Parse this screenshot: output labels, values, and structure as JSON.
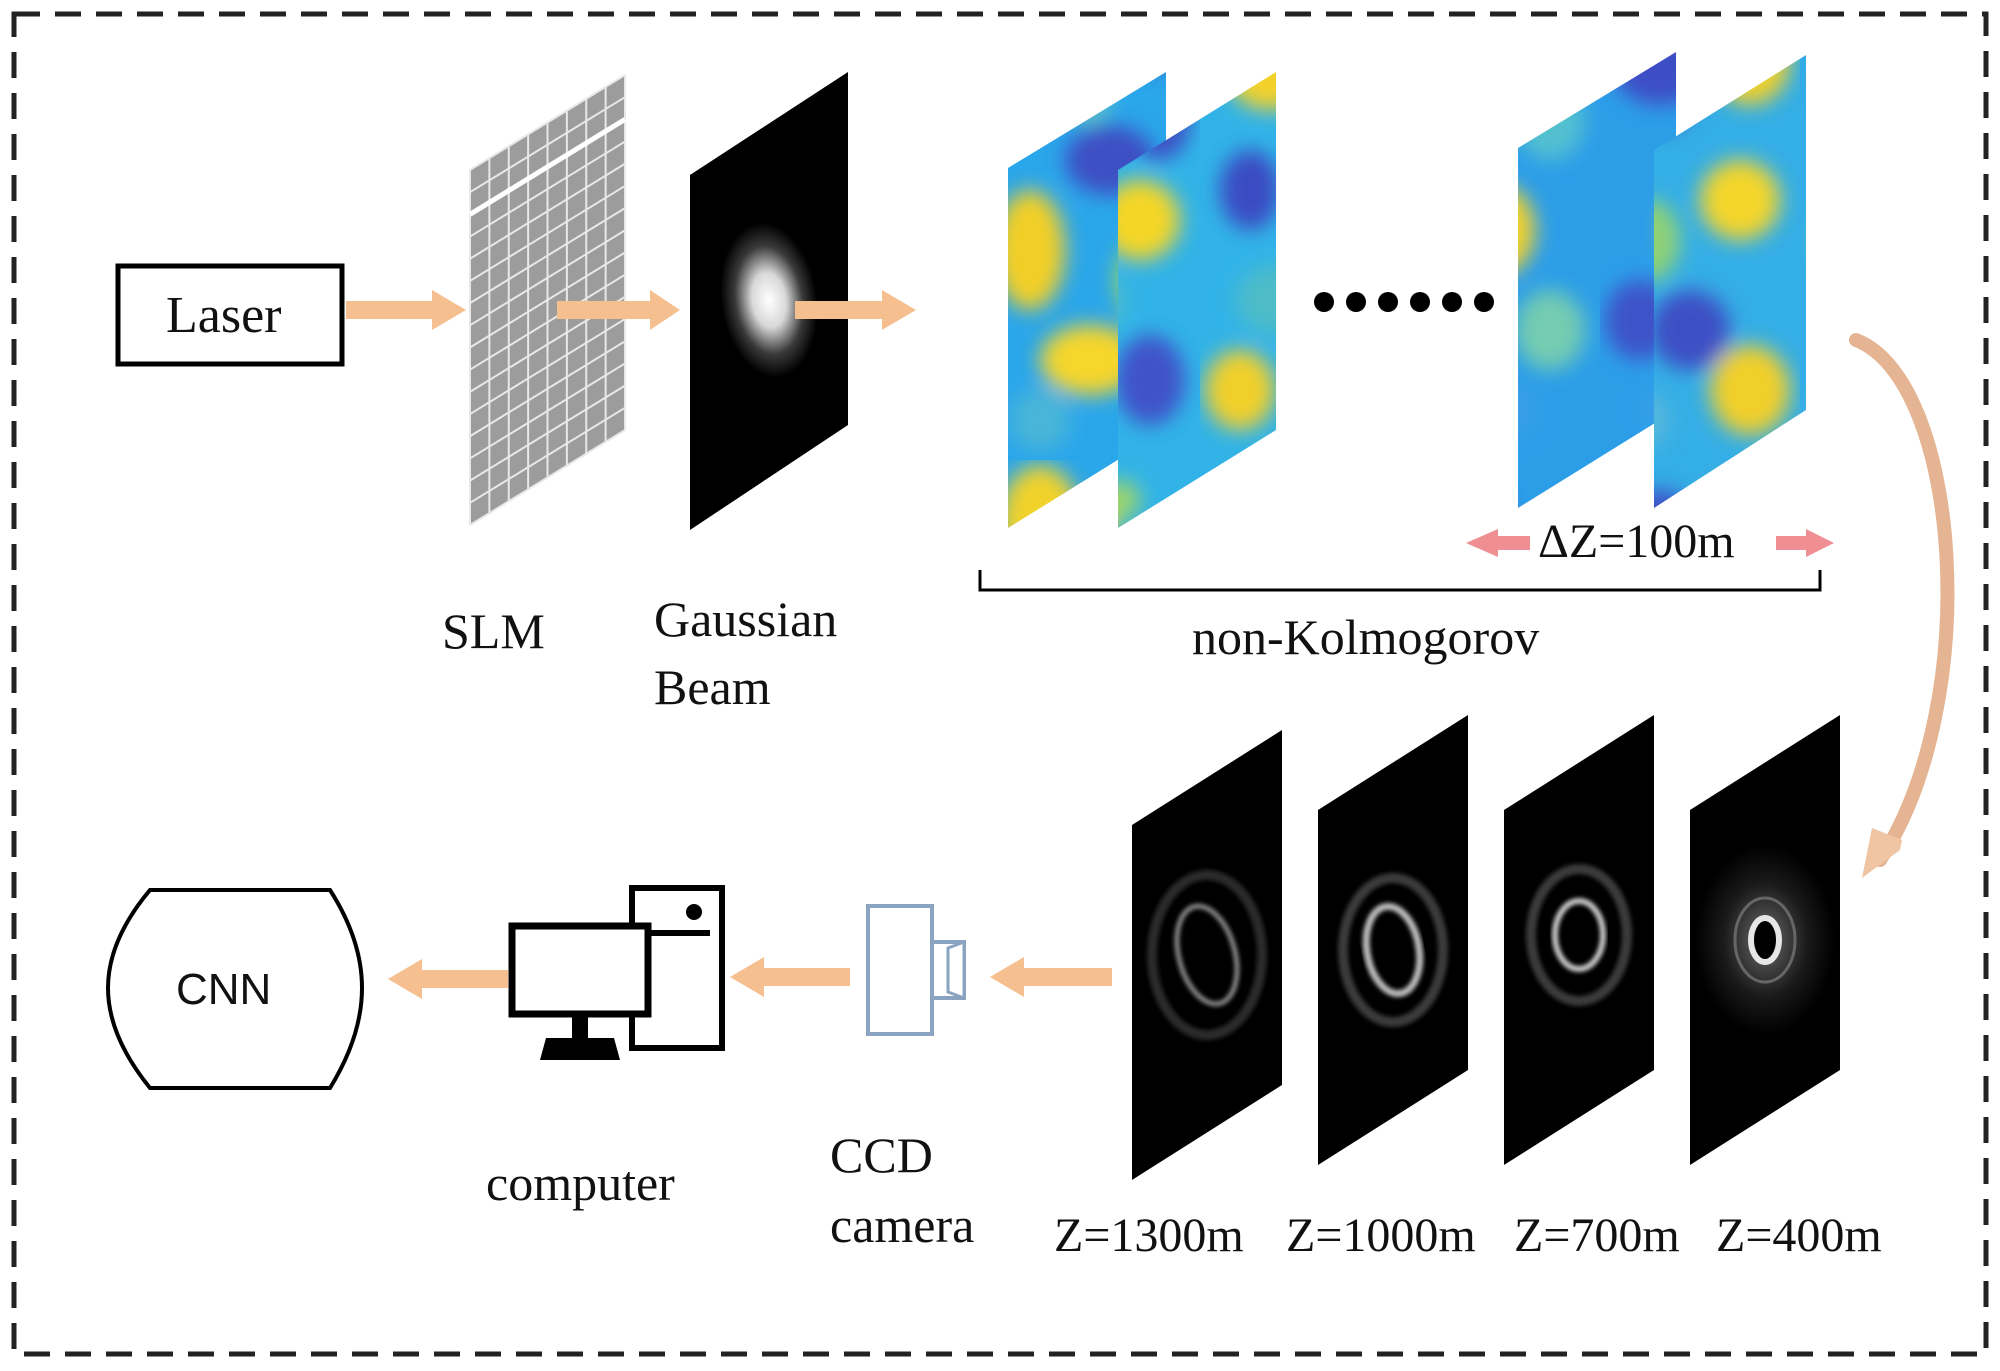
{
  "laser_label": "Laser",
  "slm_label": "SLM",
  "gaussian_beam_label": [
    "Gaussian",
    "Beam"
  ],
  "turbulence_label": "non-Kolmogorov",
  "delta_z_label": "ΔZ=100m",
  "ccd_label": [
    "CCD",
    "camera"
  ],
  "computer_label": "computer",
  "cnn_label": "CNN",
  "distance_labels": [
    "Z=1300m",
    "Z=1000m",
    "Z=700m",
    "Z=400m"
  ],
  "colors": {
    "arrow": "#f6bf8f",
    "curved_arrow": "#e2ad86",
    "delta_arrow": "#ef8f94",
    "phase_low": "#3d4fc8",
    "phase_mid": "#27aaea",
    "phase_high": "#f3d322",
    "camera": "#8aa3c1"
  },
  "icons": [
    "laser-box",
    "slm-grid",
    "gaussian-beam-screen",
    "phase-screen",
    "ellipsis-dots",
    "intensity-pattern",
    "ccd-camera-icon",
    "computer-icon",
    "cnn-box"
  ]
}
